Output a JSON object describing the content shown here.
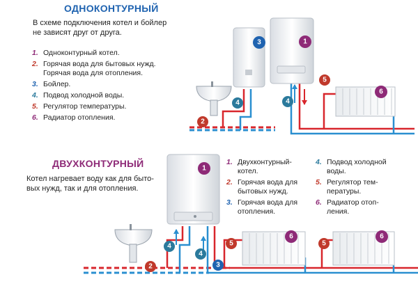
{
  "single": {
    "title": "ОДНОКОНТУРНЫЙ",
    "description": "В схеме подключения котел и бойлер не зависят друг от друга.",
    "items": [
      {
        "num": "1.",
        "text": "Одноконтурный котел."
      },
      {
        "num": "2.",
        "text": "Горячая вода для бытовых нужд. Горячая вода для отопления."
      },
      {
        "num": "3.",
        "text": "Бойлер."
      },
      {
        "num": "4.",
        "text": "Подвод холодной воды."
      },
      {
        "num": "5.",
        "text": "Регулятор температуры."
      },
      {
        "num": "6.",
        "text": "Радиатор отопления."
      }
    ]
  },
  "double": {
    "title": "ДВУХКОНТУРНЫЙ",
    "description": "Котел нагревает воду как для быто-вых нужд, так и для отопления.",
    "items": [
      {
        "num": "1.",
        "text": "Двухконтурный-котел."
      },
      {
        "num": "2.",
        "text": "Горячая вода для бытовых нужд."
      },
      {
        "num": "3.",
        "text": "Горячая вода для отопления."
      },
      {
        "num": "4.",
        "text": "Подвод холодной воды."
      },
      {
        "num": "5.",
        "text": "Регулятор тем-пературы."
      },
      {
        "num": "6.",
        "text": "Радиатор отоп-ления."
      }
    ]
  },
  "badges": {
    "b1": "1",
    "b2": "2",
    "b3": "3",
    "b4": "4",
    "b5": "5",
    "b6": "6"
  },
  "colors": {
    "hot": "#d8262c",
    "cold": "#2a8fd0",
    "badge_purple": "#8e2a77",
    "badge_red": "#c0392b",
    "badge_blue": "#1f63b0",
    "title": "#1f63b0"
  }
}
